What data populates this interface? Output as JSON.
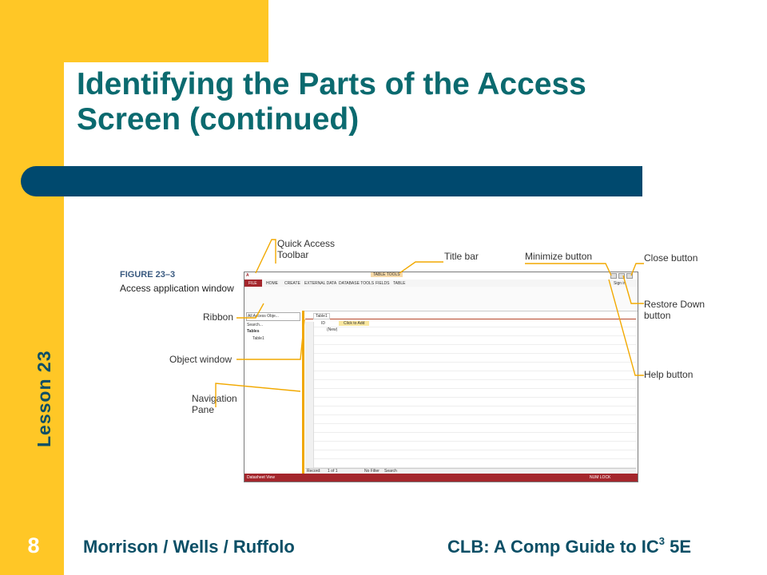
{
  "slide": {
    "title_line1": "Identifying the Parts of the Access",
    "title_line2": "Screen (continued)",
    "lesson_label": "Lesson 23",
    "page_number": "8",
    "footer_left": "Morrison / Wells / Ruffolo",
    "footer_right_pre": "CLB: A Comp Guide to IC",
    "footer_right_sup": "3",
    "footer_right_post": " 5E"
  },
  "figure": {
    "label": "FIGURE 23–3",
    "caption": "Access application window"
  },
  "callouts": {
    "quick_access": "Quick Access Toolbar",
    "title_bar": "Title bar",
    "minimize": "Minimize button",
    "close": "Close button",
    "restore": "Restore Down button",
    "help": "Help button",
    "ribbon": "Ribbon",
    "object_window": "Object window",
    "nav_pane": "Navigation Pane"
  },
  "access_window": {
    "tabs": [
      "FILE",
      "HOME",
      "CREATE",
      "EXTERNAL DATA",
      "DATABASE TOOLS",
      "FIELDS",
      "TABLE"
    ],
    "table_tools": "TABLE TOOLS",
    "sign_in": "Sign in",
    "nav_header": "All Access Obje...",
    "search": "Search...",
    "group": "Tables",
    "item": "Table1",
    "tab_name": "Table1",
    "col_id": "ID",
    "click_to_add": "Click to Add",
    "new_row": "(New)",
    "status_left": "Datasheet View",
    "status_right": "NUM LOCK",
    "record_label": "Record:",
    "record_pos": "1 of 1",
    "no_filter": "No Filter",
    "search_box": "Search"
  },
  "colors": {
    "yellow": "#FFC726",
    "teal_title": "#0B6A6F",
    "navy_bar": "#00496E",
    "access_red": "#A4262C",
    "callout_line": "#F2A900"
  }
}
